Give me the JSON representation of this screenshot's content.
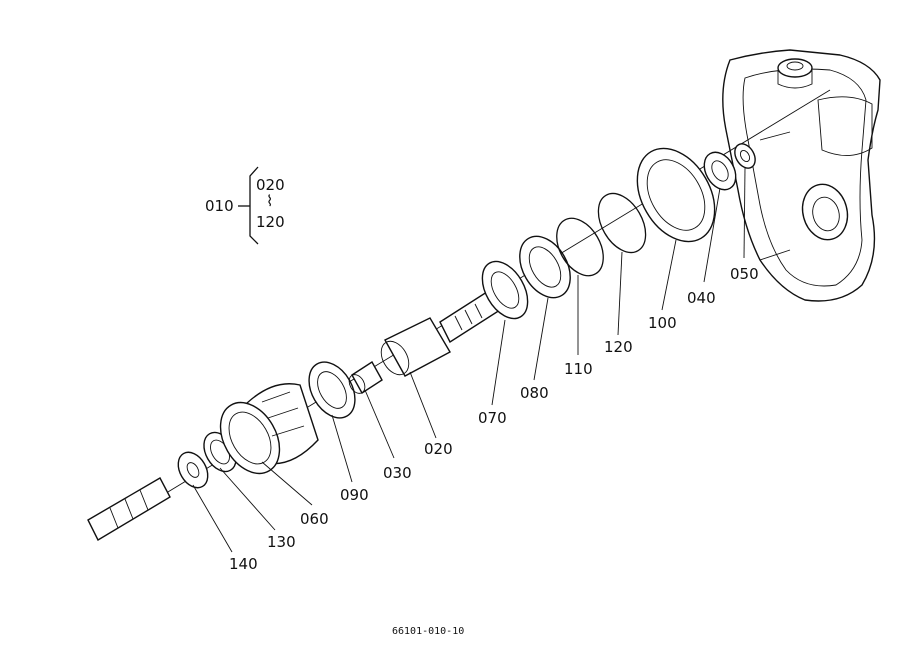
{
  "assembly": {
    "number": "010",
    "range_start": "020",
    "range_sep": "⌇",
    "range_end": "120"
  },
  "callouts": [
    {
      "id": "020",
      "text": "020"
    },
    {
      "id": "030",
      "text": "030"
    },
    {
      "id": "040",
      "text": "040"
    },
    {
      "id": "050",
      "text": "050"
    },
    {
      "id": "060",
      "text": "060"
    },
    {
      "id": "070",
      "text": "070"
    },
    {
      "id": "080",
      "text": "080"
    },
    {
      "id": "090",
      "text": "090"
    },
    {
      "id": "100",
      "text": "100"
    },
    {
      "id": "110",
      "text": "110"
    },
    {
      "id": "120",
      "text": "120"
    },
    {
      "id": "130",
      "text": "130"
    },
    {
      "id": "140",
      "text": "140"
    }
  ],
  "footer": {
    "figure_code": "66101-010-10"
  }
}
